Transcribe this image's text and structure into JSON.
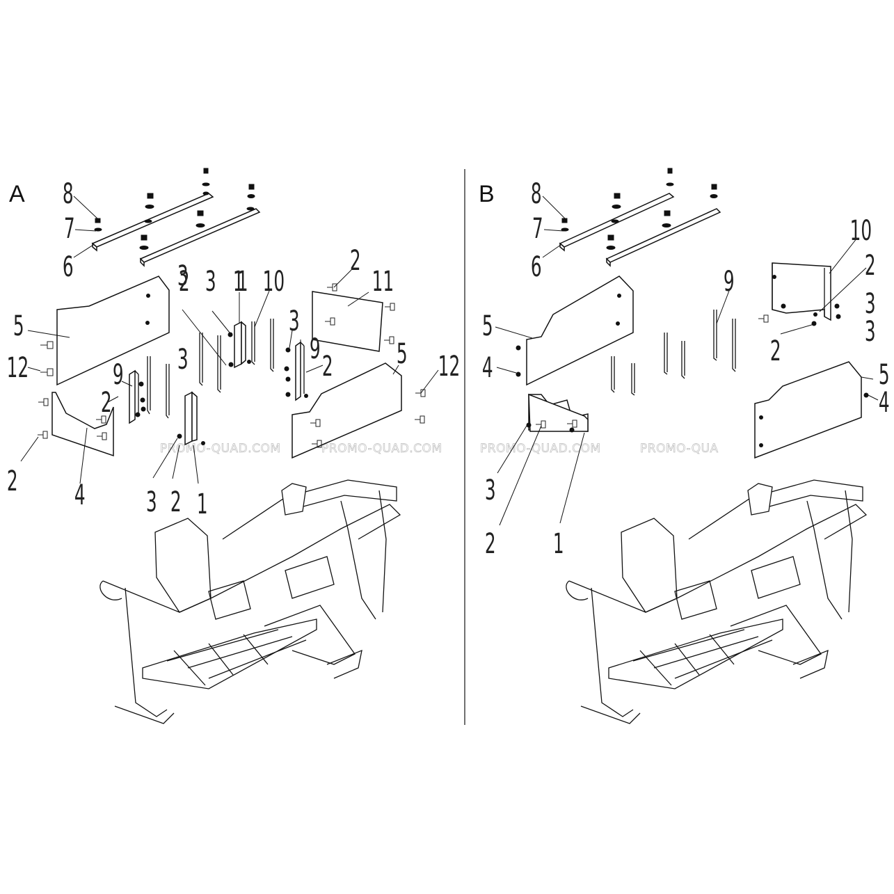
{
  "panels": {
    "a": {
      "label": "A",
      "callouts": [
        "8",
        "7",
        "6",
        "5",
        "12",
        "9",
        "2",
        "4",
        "2",
        "3",
        "2",
        "1",
        "3",
        "1",
        "10",
        "3",
        "2",
        "9",
        "3",
        "2",
        "11",
        "5",
        "12",
        "3",
        "2",
        "1"
      ]
    },
    "b": {
      "label": "B",
      "callouts": [
        "8",
        "7",
        "6",
        "5",
        "4",
        "9",
        "10",
        "2",
        "3",
        "3",
        "2",
        "5",
        "4",
        "3",
        "2",
        "1"
      ]
    }
  },
  "watermark": {
    "text": "PROMO-QUAD.COM",
    "partial": "PROMO-QUA"
  }
}
